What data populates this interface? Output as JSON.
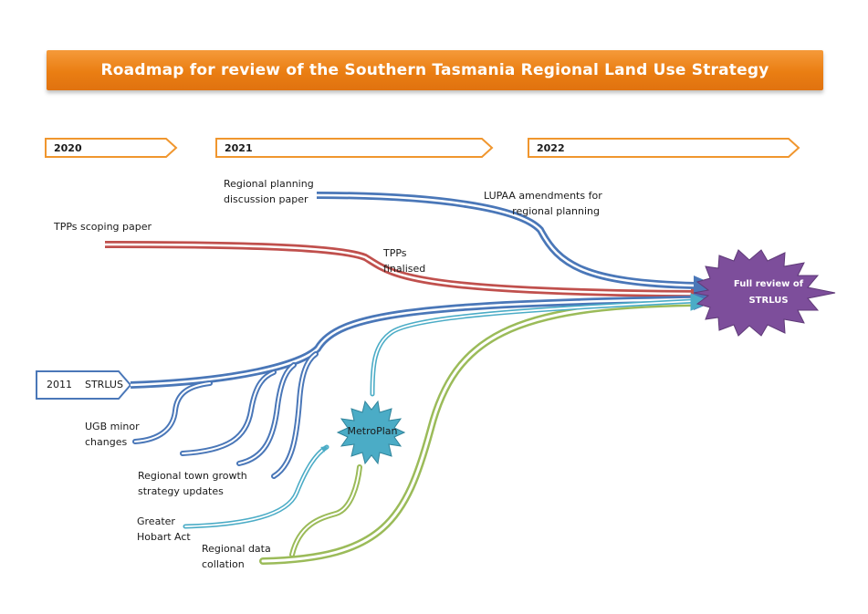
{
  "title": "Roadmap for review of the Southern Tasmania Regional Land Use Strategy",
  "timeline": [
    {
      "year": "2020"
    },
    {
      "year": "2021"
    },
    {
      "year": "2022"
    }
  ],
  "start_box": {
    "label": "2011    STRLUS"
  },
  "goal": {
    "line1": "Full review of",
    "line2": "STRLUS"
  },
  "metroplan": {
    "label": "MetroPlan"
  },
  "labels": {
    "regional_planning_1": "Regional planning",
    "regional_planning_2": "discussion paper",
    "lupaa_1": "LUPAA amendments for",
    "lupaa_2": "regional planning",
    "tpps_scoping": "TPPs scoping paper",
    "tpps_finalised_1": "TPPs",
    "tpps_finalised_2": "finalised",
    "ugb_1": "UGB minor",
    "ugb_2": "changes",
    "town_growth_1": "Regional town growth",
    "town_growth_2": "strategy updates",
    "greater_hobart_1": "Greater",
    "greater_hobart_2": "Hobart Act",
    "data_collation_1": "Regional data",
    "data_collation_2": "collation"
  },
  "colors": {
    "orange": "#ea7e12",
    "blue": "#4a77b8",
    "red": "#c0504d",
    "teal": "#4bacc6",
    "green": "#9bbb59",
    "purple": "#7d4e9b"
  }
}
